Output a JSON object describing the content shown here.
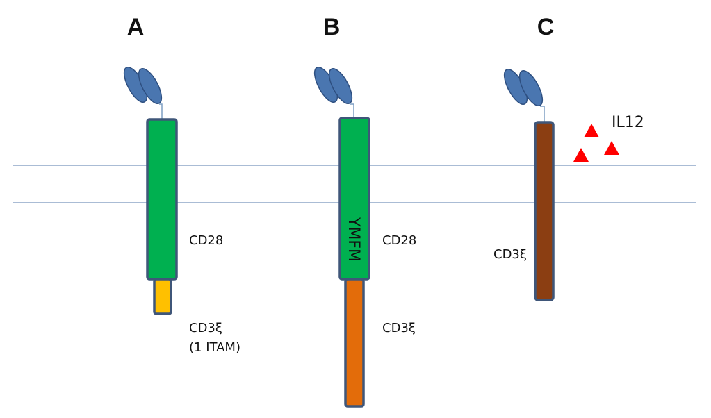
{
  "colors": {
    "membrane": "#8ea6c7",
    "outline": "#3f5679",
    "scfv": "#4a76b0",
    "linker": "#7f9fc4",
    "cd28": "#00b050",
    "cd3z_1itam": "#ffc000",
    "cd3z_b": "#e36c0a",
    "cd3z_c": "#8b3e12",
    "il12": "#ff0000"
  },
  "panels": {
    "a": {
      "letter": "A",
      "cd28_label": "CD28",
      "cd3z_label": "CD3ξ",
      "cd3z_note": "(1 ITAM)"
    },
    "b": {
      "letter": "B",
      "motif": "YMFM",
      "cd28_label": "CD28",
      "cd3z_label": "CD3ξ"
    },
    "c": {
      "letter": "C",
      "cd3z_label": "CD3ξ",
      "cytokine_label": "IL12"
    }
  }
}
